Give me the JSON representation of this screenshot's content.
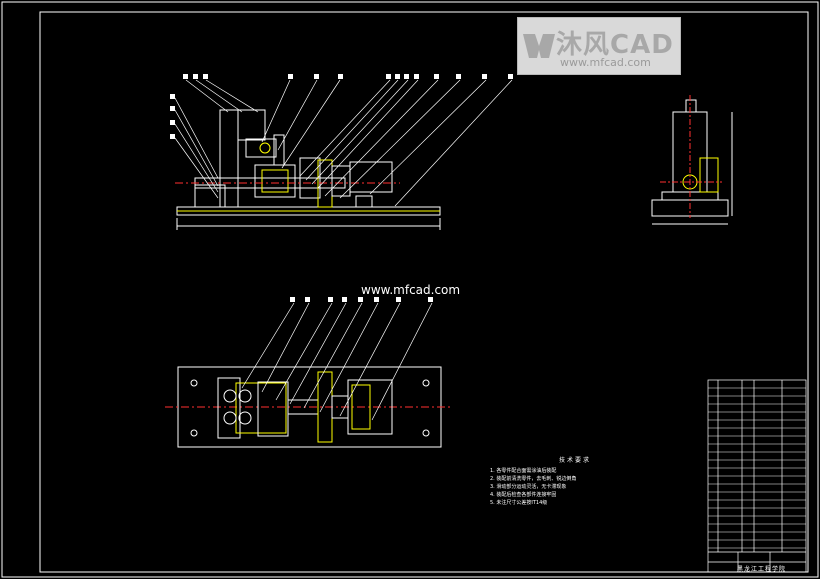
{
  "watermark": {
    "brand": "沐风CAD",
    "url": "www.mfcad.com"
  },
  "site_url": "www.mfcad.com",
  "technical_notes": {
    "title": "技术要求",
    "items": [
      "1. 各零件配合面需涂油后装配",
      "2. 装配前清洗零件，去毛刺、锐边倒角",
      "3. 滑动部分运动灵活，无卡滞现象",
      "4. 装配后检查各部件连接牢固",
      "5. 未注尺寸公差按IT14级"
    ]
  },
  "title_block": {
    "school": "黑龙江工程学院"
  },
  "colors": {
    "line": "#ffffff",
    "part": "#ffff00",
    "center": "#ff3030",
    "leader": "#ffffff",
    "watermark_bg": "#d9d9d9"
  }
}
